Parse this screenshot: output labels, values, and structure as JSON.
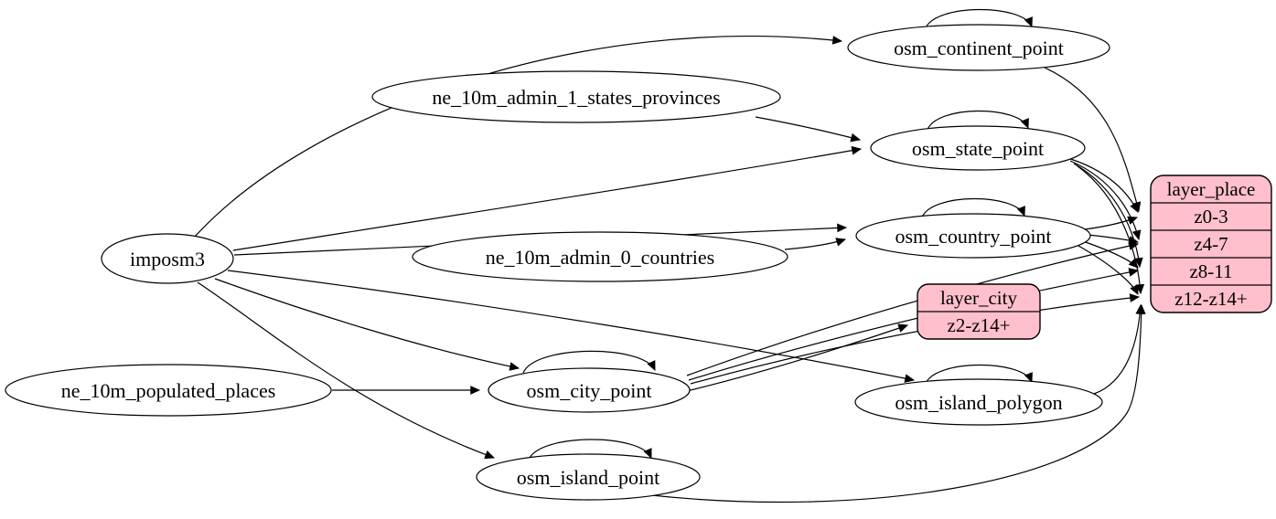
{
  "diagram": {
    "kind": "etl-graph",
    "background_color": "#ffffff",
    "edge_color": "#000000",
    "table_fill_color": "#ffffff",
    "layer_fill_color": "#ffc0cb",
    "nodes": {
      "imposm3": {
        "label": "imposm3",
        "shape": "ellipse"
      },
      "ne_10m_admin_1_states_provinces": {
        "label": "ne_10m_admin_1_states_provinces",
        "shape": "ellipse"
      },
      "ne_10m_admin_0_countries": {
        "label": "ne_10m_admin_0_countries",
        "shape": "ellipse"
      },
      "ne_10m_populated_places": {
        "label": "ne_10m_populated_places",
        "shape": "ellipse"
      },
      "osm_continent_point": {
        "label": "osm_continent_point",
        "shape": "ellipse",
        "self_loop": true
      },
      "osm_state_point": {
        "label": "osm_state_point",
        "shape": "ellipse",
        "self_loop": true
      },
      "osm_country_point": {
        "label": "osm_country_point",
        "shape": "ellipse",
        "self_loop": true
      },
      "osm_city_point": {
        "label": "osm_city_point",
        "shape": "ellipse",
        "self_loop": true
      },
      "osm_island_polygon": {
        "label": "osm_island_polygon",
        "shape": "ellipse",
        "self_loop": true
      },
      "osm_island_point": {
        "label": "osm_island_point",
        "shape": "ellipse",
        "self_loop": true
      },
      "layer_city": {
        "title": "layer_city",
        "shape": "record",
        "zoom_rows": [
          "z2-z14+"
        ]
      },
      "layer_place": {
        "title": "layer_place",
        "shape": "record",
        "zoom_rows": [
          "z0-3",
          "z4-7",
          "z8-11",
          "z12-z14+"
        ]
      }
    },
    "edges": [
      {
        "from": "imposm3",
        "to": "osm_continent_point"
      },
      {
        "from": "imposm3",
        "to": "osm_state_point"
      },
      {
        "from": "imposm3",
        "to": "osm_country_point"
      },
      {
        "from": "imposm3",
        "to": "osm_city_point"
      },
      {
        "from": "imposm3",
        "to": "osm_island_polygon"
      },
      {
        "from": "imposm3",
        "to": "osm_island_point"
      },
      {
        "from": "ne_10m_admin_1_states_provinces",
        "to": "osm_state_point"
      },
      {
        "from": "ne_10m_admin_0_countries",
        "to": "osm_country_point"
      },
      {
        "from": "ne_10m_populated_places",
        "to": "osm_city_point"
      },
      {
        "from": "osm_continent_point",
        "to": "osm_continent_point"
      },
      {
        "from": "osm_state_point",
        "to": "osm_state_point"
      },
      {
        "from": "osm_country_point",
        "to": "osm_country_point"
      },
      {
        "from": "osm_city_point",
        "to": "osm_city_point"
      },
      {
        "from": "osm_island_polygon",
        "to": "osm_island_polygon"
      },
      {
        "from": "osm_island_point",
        "to": "osm_island_point"
      },
      {
        "from": "osm_continent_point",
        "to": "layer_place:z0-3"
      },
      {
        "from": "osm_state_point",
        "to": "layer_place:z0-3"
      },
      {
        "from": "osm_state_point",
        "to": "layer_place:z4-7"
      },
      {
        "from": "osm_state_point",
        "to": "layer_place:z8-11"
      },
      {
        "from": "osm_state_point",
        "to": "layer_place:z12-z14+"
      },
      {
        "from": "osm_country_point",
        "to": "layer_place:z0-3"
      },
      {
        "from": "osm_country_point",
        "to": "layer_place:z4-7"
      },
      {
        "from": "osm_country_point",
        "to": "layer_place:z8-11"
      },
      {
        "from": "osm_country_point",
        "to": "layer_place:z12-z14+"
      },
      {
        "from": "osm_city_point",
        "to": "layer_city:z2-z14+"
      },
      {
        "from": "osm_city_point",
        "to": "layer_place:z4-7"
      },
      {
        "from": "osm_city_point",
        "to": "layer_place:z8-11"
      },
      {
        "from": "osm_city_point",
        "to": "layer_place:z12-z14+"
      },
      {
        "from": "osm_island_polygon",
        "to": "layer_place:z12-z14+"
      },
      {
        "from": "osm_island_point",
        "to": "layer_place:z12-z14+"
      }
    ]
  }
}
